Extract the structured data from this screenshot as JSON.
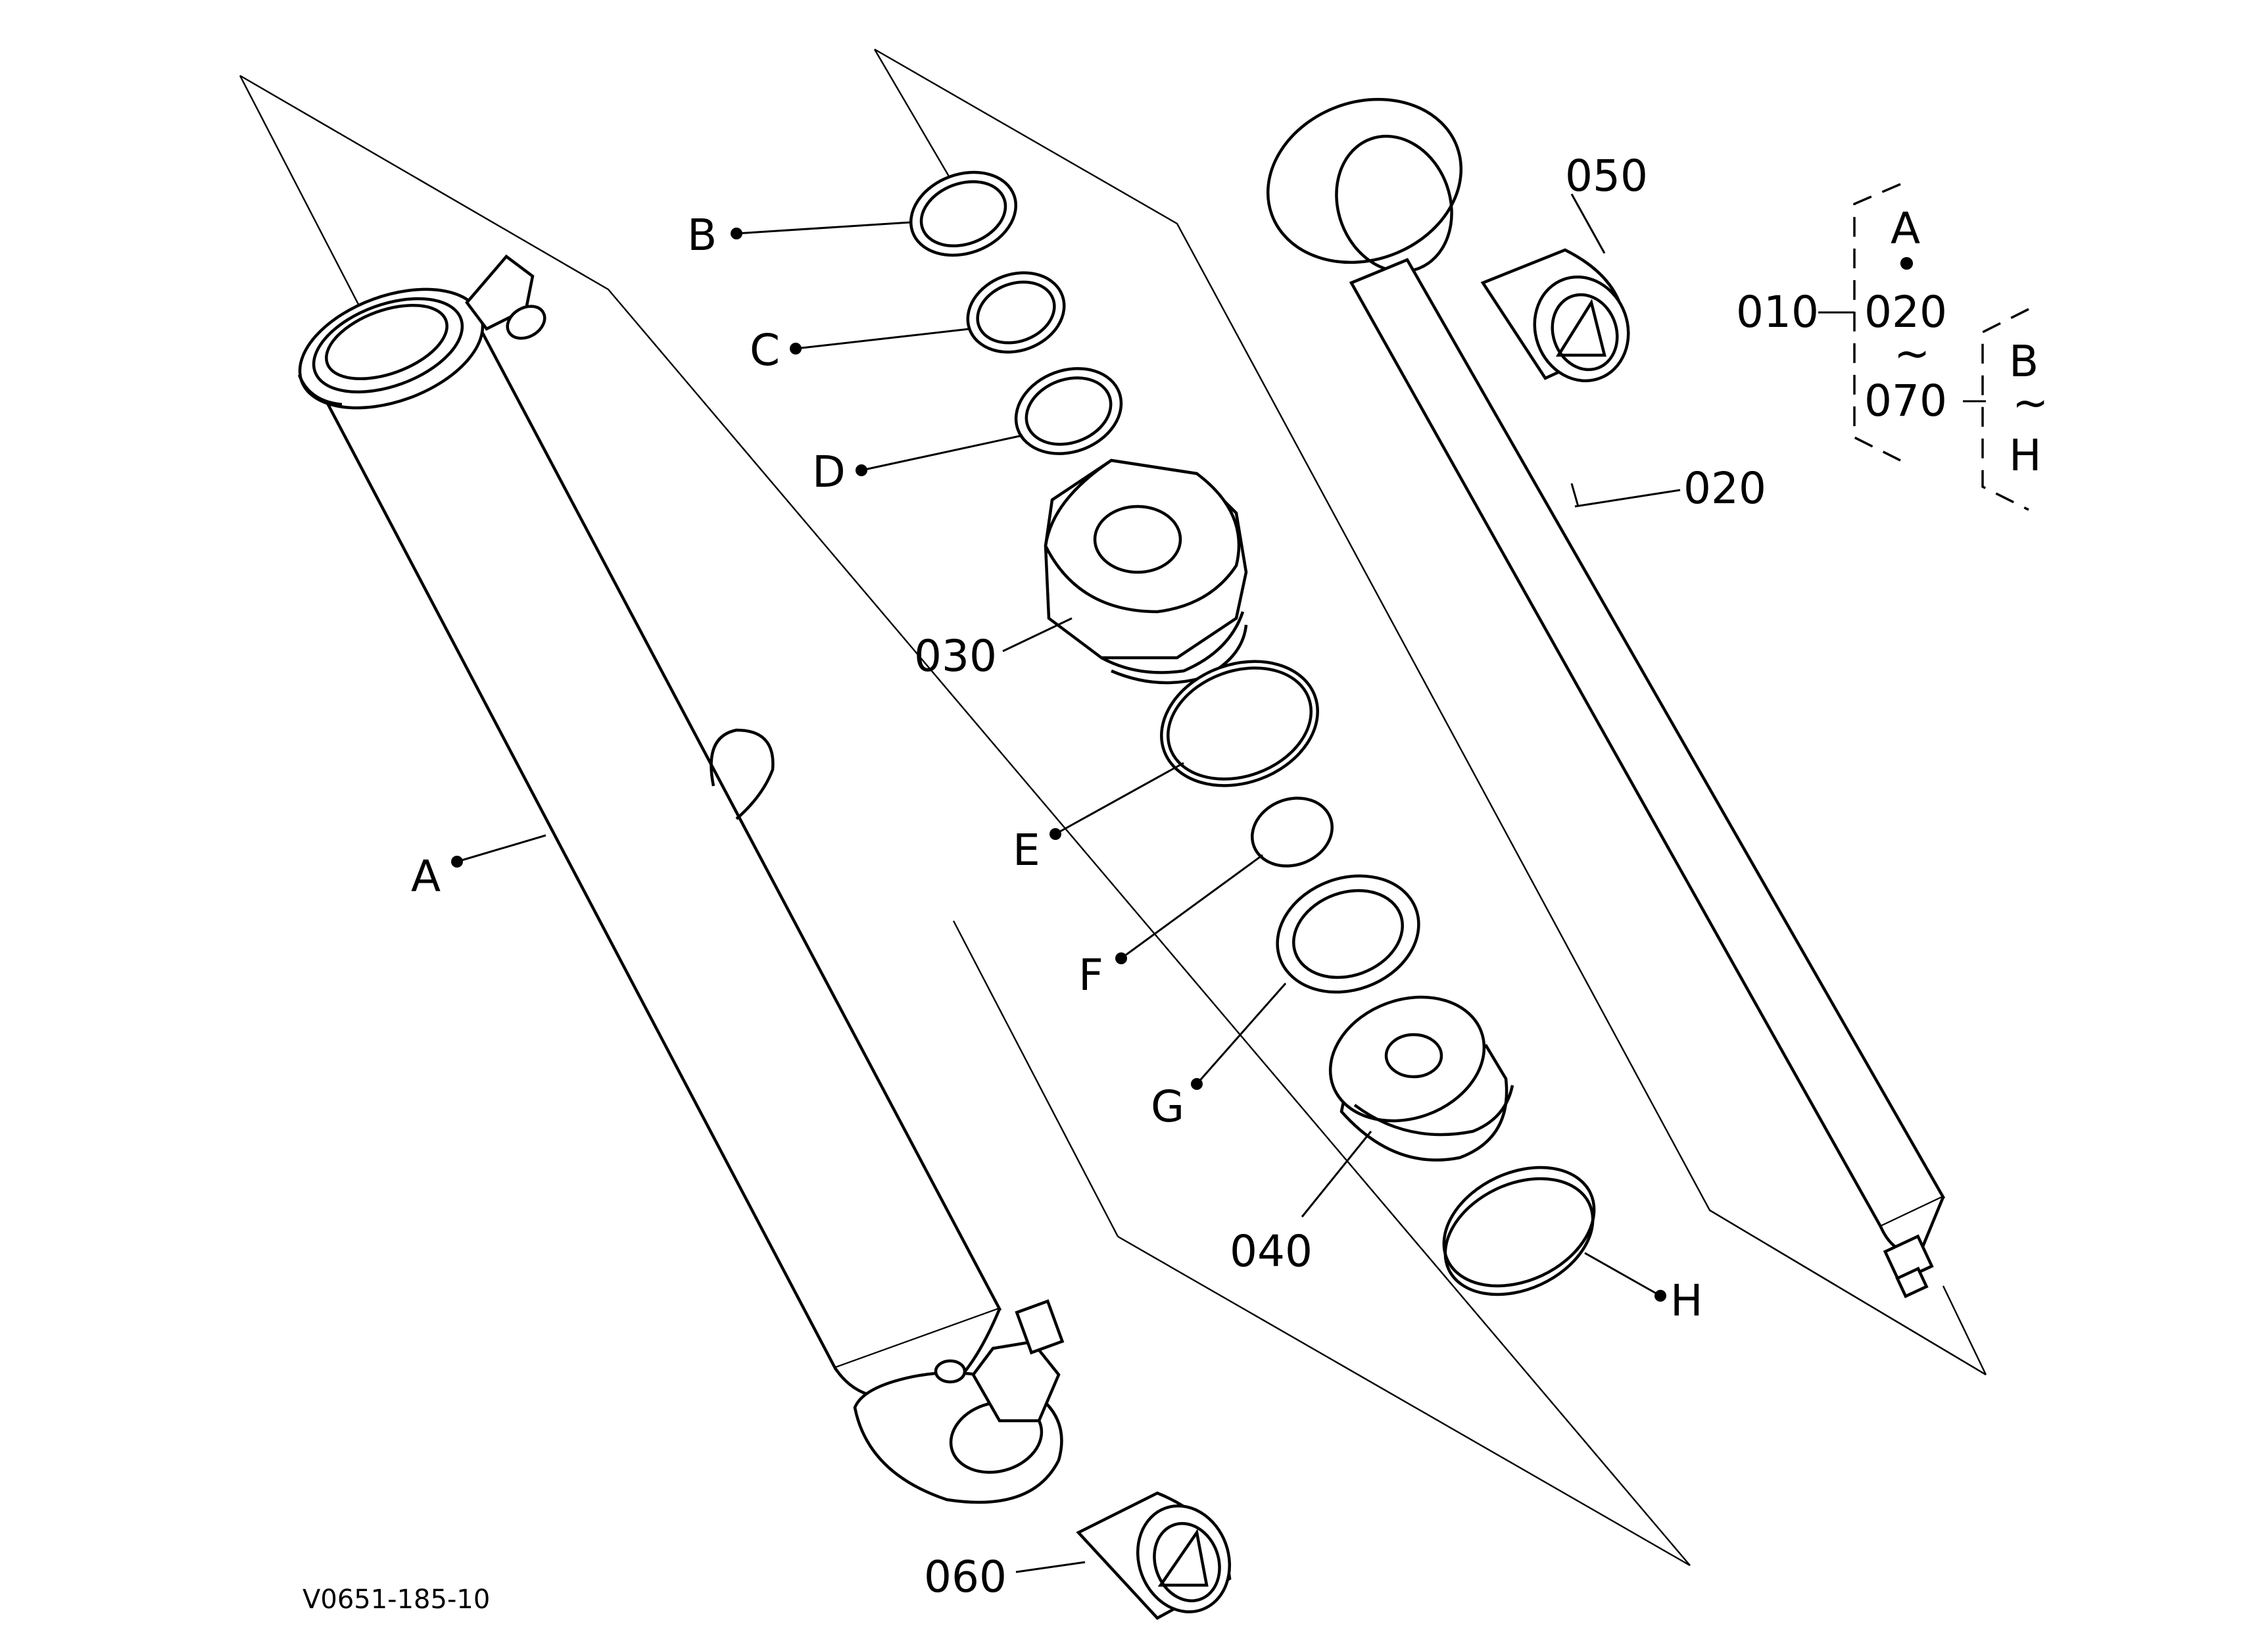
{
  "drawing_id": "V0651-185-10",
  "part_numbers": {
    "p010": "010",
    "p020": "020",
    "p030": "030",
    "p040": "040",
    "p050": "050",
    "p060": "060",
    "p070": "070"
  },
  "sub_parts": {
    "A": "A",
    "B": "B",
    "C": "C",
    "D": "D",
    "E": "E",
    "F": "F",
    "G": "G",
    "H": "H"
  },
  "legend": {
    "assembly": "010",
    "top_label": "A",
    "dot": "•",
    "range_start": "020",
    "tilde": "~",
    "range_end": "070",
    "sub_start": "B",
    "sub_tilde": "~",
    "sub_end": "H"
  }
}
